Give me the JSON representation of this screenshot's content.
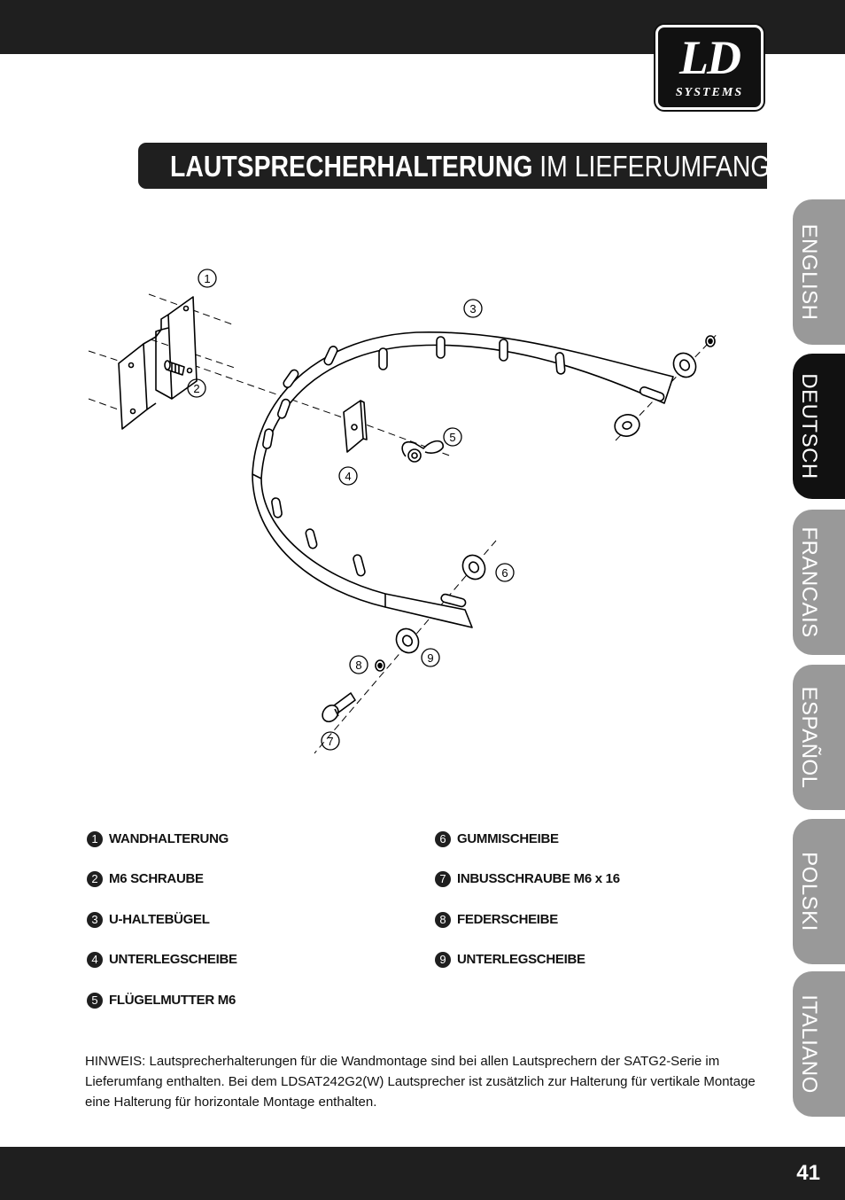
{
  "header": {
    "logo_main": "LD",
    "logo_sub": "SYSTEMS"
  },
  "title": {
    "bold": "LAUTSPRECHERHALTERUNG",
    "rest": " IM LIEFERUMFANG:"
  },
  "language_tabs": [
    {
      "label": "ENGLISH",
      "active": false
    },
    {
      "label": "DEUTSCH",
      "active": true
    },
    {
      "label": "FRANCAIS",
      "active": false
    },
    {
      "label": "ESPAÑOL",
      "active": false
    },
    {
      "label": "POLSKI",
      "active": false
    },
    {
      "label": "ITALIANO",
      "active": false
    }
  ],
  "diagram_callouts": [
    "1",
    "2",
    "3",
    "4",
    "5",
    "6",
    "7",
    "8",
    "9"
  ],
  "parts": [
    {
      "num": "1",
      "label": "WANDHALTERUNG"
    },
    {
      "num": "2",
      "label": "M6 SCHRAUBE"
    },
    {
      "num": "3",
      "label": "U-HALTEBÜGEL"
    },
    {
      "num": "4",
      "label": "UNTERLEGSCHEIBE"
    },
    {
      "num": "5",
      "label": "FLÜGELMUTTER M6"
    },
    {
      "num": "6",
      "label": "GUMMISCHEIBE"
    },
    {
      "num": "7",
      "label": "INBUSSCHRAUBE M6 x 16"
    },
    {
      "num": "8",
      "label": "FEDERSCHEIBE"
    },
    {
      "num": "9",
      "label": "UNTERLEGSCHEIBE"
    }
  ],
  "note": "HINWEIS: Lautsprecherhalterungen für die Wandmontage sind bei allen Lautsprechern der SATG2-Serie im Lieferumfang enthalten. Bei dem LDSAT242G2(W) Lautsprecher ist zusätzlich zur Halterung für vertikale Montage eine Halterung für horizontale Montage enthalten.",
  "footer": {
    "page_number": "41"
  }
}
